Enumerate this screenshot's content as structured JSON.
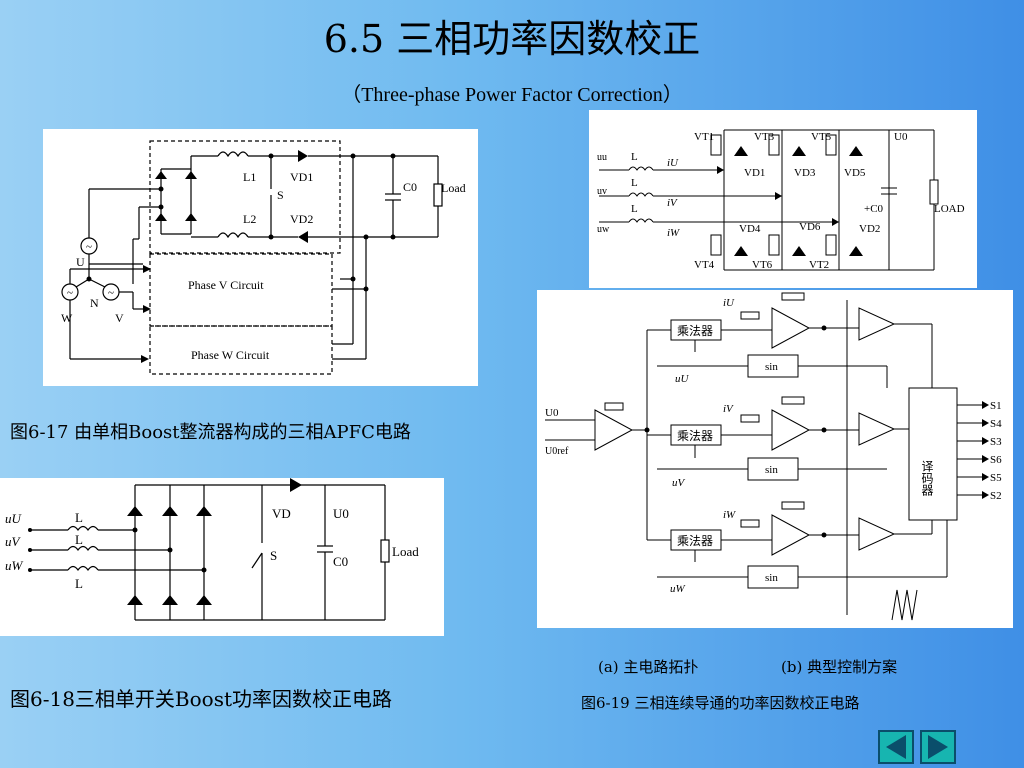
{
  "title": "6.5  三相功率因数校正",
  "subtitle": "（Three-phase Power Factor Correction）",
  "fig17": {
    "caption": "图6-17  由单相Boost整流器构成的三相APFC电路",
    "labels": {
      "L1": "L1",
      "VD1": "VD1",
      "S": "S",
      "L2": "L2",
      "VD2": "VD2",
      "C0": "C0",
      "load": "Load",
      "U": "U",
      "V": "V",
      "W": "W",
      "N": "N",
      "phaseV": "Phase V Circuit",
      "phaseW": "Phase W Circuit"
    }
  },
  "fig18": {
    "caption": "图6-18三相单开关Boost功率因数校正电路",
    "labels": {
      "uU": "uU",
      "uV": "uV",
      "uW": "uW",
      "L": "L",
      "VD": "VD",
      "U0": "U0",
      "S": "S",
      "C0": "C0",
      "load": "Load"
    }
  },
  "fig19a": {
    "labels": {
      "VT1": "VT1",
      "VT3": "VT3",
      "VT5": "VT5",
      "VT4": "VT4",
      "VT6": "VT6",
      "VT2": "VT2",
      "VD1": "VD1",
      "VD3": "VD3",
      "VD5": "VD5",
      "VD4": "VD4",
      "VD6": "VD6",
      "VD2": "VD2",
      "U0": "U0",
      "uu": "uu",
      "uv": "uv",
      "uw": "uw",
      "L": "L",
      "iU": "iU",
      "iV": "iV",
      "iW": "iW",
      "C0": "+C0",
      "load": "LOAD"
    }
  },
  "fig19b": {
    "labels": {
      "multiplier": "乘法器",
      "sin": "sin",
      "uU": "uU",
      "uV": "uV",
      "uW": "uW",
      "iU": "iU",
      "iV": "iV",
      "iW": "iW",
      "U0": "U0",
      "U0ref": "U0ref",
      "encoder": "译码器",
      "S1": "S1",
      "S4": "S4",
      "S3": "S3",
      "S6": "S6",
      "S5": "S5",
      "S2": "S2"
    }
  },
  "fig19": {
    "sub_a": "(a)  主电路拓扑",
    "sub_b": "(b) 典型控制方案",
    "caption": "图6-19  三相连续导通的功率因数校正电路"
  },
  "nav": {
    "prev": "previous-slide",
    "next": "next-slide"
  }
}
